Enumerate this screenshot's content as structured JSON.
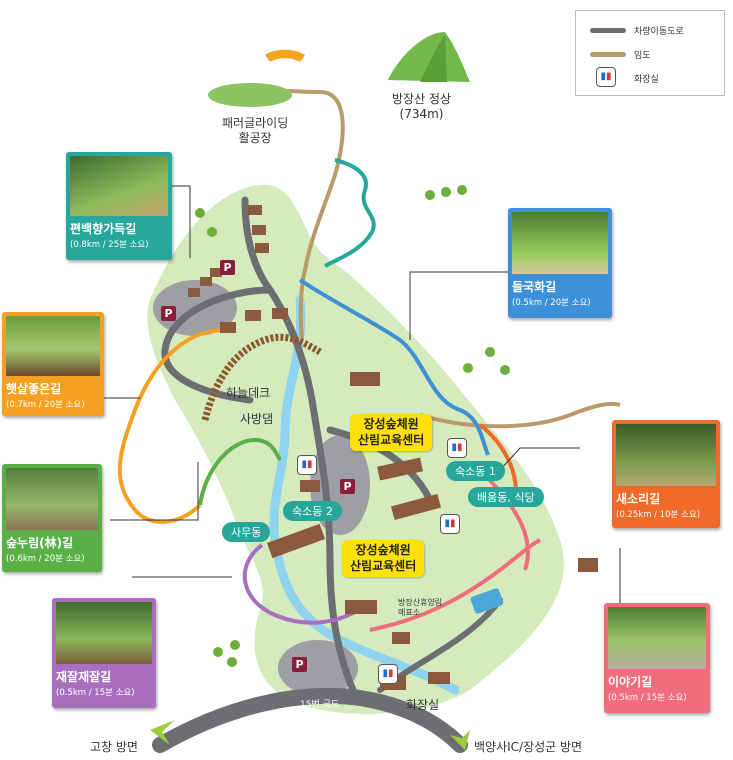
{
  "legend": {
    "road": "차량이동도로",
    "forest_road": "임도",
    "restroom": "화장실",
    "road_color": "#6d6e71",
    "forest_road_color": "#b99b6b"
  },
  "places": {
    "paragliding": "패러글라이딩\n활공장",
    "summit": "방장산 정상\n(734m)",
    "sky_deck": "하늘데크",
    "sabang_dam": "사방댐",
    "office": "사무동",
    "lodging1": "숙소동 1",
    "lodging2": "숙소동 2",
    "training_dining": "배움동, 식당",
    "store": "방장산휴양림\n매표소",
    "restroom_label": "화장실",
    "route15": "15번 국도",
    "to_gochang": "고창 방면",
    "to_baekyang": "백양사IC/장성군 방면"
  },
  "bubbles": {
    "center_top": "장성숲체원\n산림교육센터",
    "center_bottom": "장성숲체원\n산림교육센터"
  },
  "trails": [
    {
      "id": "pyeonbaek",
      "name": "편백향가득길",
      "info": "(0.8km / 25분 소요)",
      "color": "#27a79b"
    },
    {
      "id": "deulguk",
      "name": "들국화길",
      "info": "(0.5km / 20분 소요)",
      "color": "#3d8fd6"
    },
    {
      "id": "haetsal",
      "name": "햇살좋은길",
      "info": "(0.7km / 20분 소요)",
      "color": "#f5a020"
    },
    {
      "id": "saesori",
      "name": "새소리길",
      "info": "(0.25km / 10분 소요)",
      "color": "#f06a2a"
    },
    {
      "id": "supnurim",
      "name": "숲누림(林)길",
      "info": "(0.6km / 20분 소요)",
      "color": "#5ab046"
    },
    {
      "id": "jaejal",
      "name": "재잘재잘길",
      "info": "(0.5km / 15분 소요)",
      "color": "#a86fbf"
    },
    {
      "id": "iyagi",
      "name": "이야기길",
      "info": "(0.5km / 15분 소요)",
      "color": "#ef6d7c"
    }
  ],
  "parking_label": "P",
  "restroom_icon": "restroom-icon"
}
